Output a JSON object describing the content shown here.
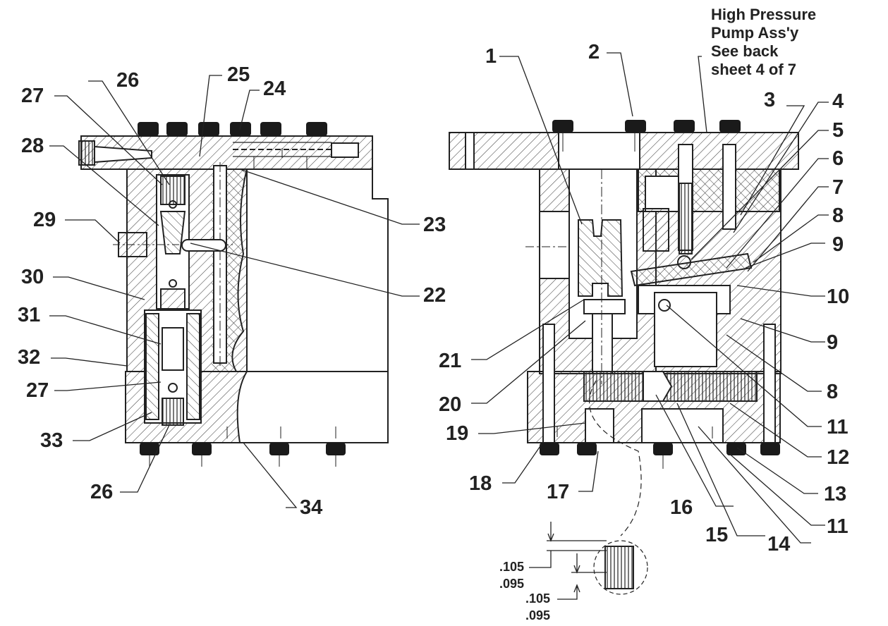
{
  "diagram": {
    "note_lines": [
      "High Pressure",
      "Pump Ass'y",
      "See back",
      "sheet 4 of 7"
    ],
    "left_view_callouts": [
      "27",
      "26",
      "25",
      "24",
      "28",
      "29",
      "30",
      "31",
      "32",
      "27",
      "33",
      "26",
      "34",
      "23",
      "22"
    ],
    "right_view_callouts": [
      "1",
      "2",
      "3",
      "4",
      "5",
      "6",
      "7",
      "8",
      "9",
      "10",
      "9",
      "21",
      "20",
      "8",
      "19",
      "11",
      "18",
      "17",
      "12",
      "16",
      "13",
      "15",
      "14",
      "11"
    ],
    "dimensions": {
      "upper": [
        ".105",
        ".095"
      ],
      "lower": [
        ".105",
        ".095"
      ]
    }
  },
  "colors": {
    "line": "#222222",
    "hatch": "#444444",
    "knob": "#1a1a1a"
  }
}
